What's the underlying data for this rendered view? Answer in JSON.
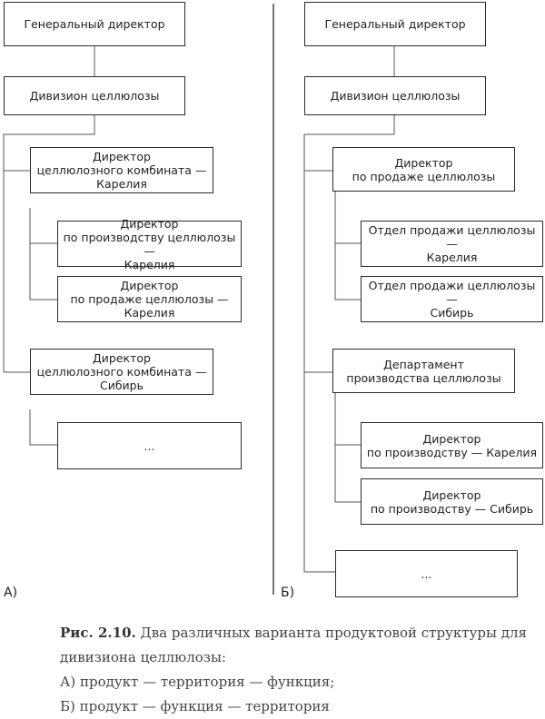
{
  "left": {
    "label": "А)",
    "boxes": {
      "ceo": "Генеральный директор",
      "division": "Дивизион целлюлозы",
      "dir_karelia": "Директор\nцеллюлозного комбината —\nКарелия",
      "prod_karelia": "Директор\nпо производству целлюлозы —\nКарелия",
      "sales_karelia": "Директор\nпо продаже целлюлозы —\nКарелия",
      "dir_siberia": "Директор\nцеллюлозного комбината —\nСибирь",
      "more": "..."
    }
  },
  "right": {
    "label": "Б)",
    "boxes": {
      "ceo": "Генеральный директор",
      "division": "Дивизион целлюлозы",
      "sales_dir": "Директор\nпо продаже целлюлозы",
      "sales_karelia": "Отдел продажи целлюлозы —\nКарелия",
      "sales_siberia": "Отдел продажи целлюлозы —\nСибирь",
      "prod_dept": "Департамент\nпроизводства целлюлозы",
      "prod_karelia": "Директор\nпо производству — Карелия",
      "prod_siberia": "Директор\nпо производству — Сибирь",
      "more": "..."
    }
  },
  "caption": {
    "fig": "Рис. 2.10.",
    "title": " Два различных варианта продуктовой структуры для дивизиона целлюлозы:",
    "line_a": "А) продукт — территория — функция;",
    "line_b": "Б) продукт — функция — территория"
  }
}
